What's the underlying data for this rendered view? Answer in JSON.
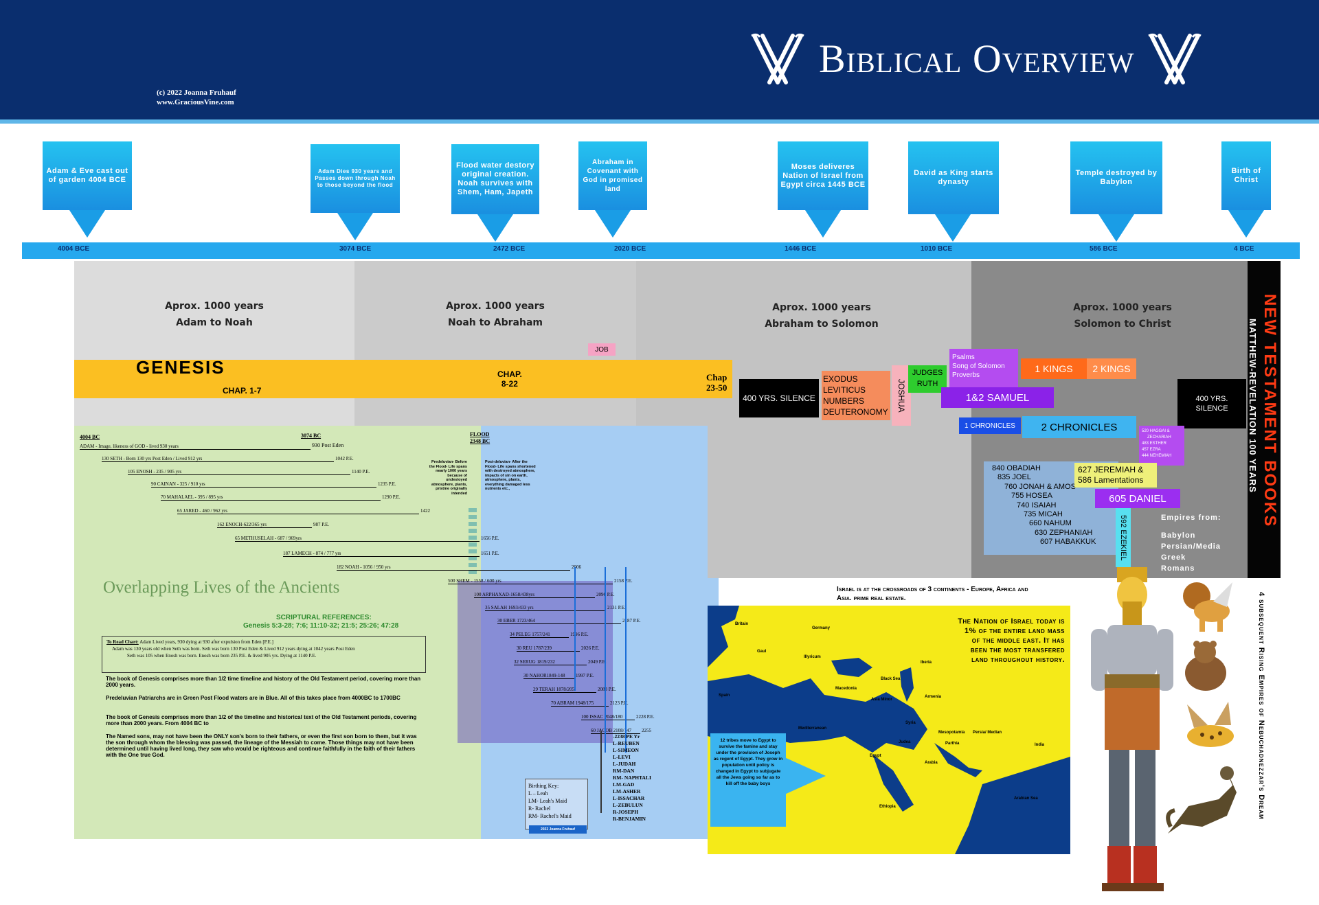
{
  "header": {
    "title": "Biblical Overview",
    "copyright": "(c) 2022 Joanna Fruhauf",
    "website": "www.GraciousVine.com"
  },
  "callouts": [
    {
      "text": "Adam & Eve cast out of garden 4004 BCE"
    },
    {
      "text": "Adam Dies 930 years and Passes down through Noah to those beyond the flood"
    },
    {
      "text": "Flood water destory original creation. Noah survives with Shem, Ham, Japeth"
    },
    {
      "text": "Abraham in Covenant with God in promised land"
    },
    {
      "text": "Moses deliveres Nation of Israel from Egypt circa 1445 BCE"
    },
    {
      "text": "David as King starts dynasty"
    },
    {
      "text": "Temple destroyed by Babylon"
    },
    {
      "text": "Birth of Christ"
    }
  ],
  "timeline": [
    "4004 BCE",
    "3074 BCE",
    "2472 BCE",
    "2020 BCE",
    "1446 BCE",
    "1010 BCE",
    "586 BCE",
    "4 BCE"
  ],
  "eras": [
    {
      "line1": "Aprox. 1000 years",
      "line2": "Adam to Noah"
    },
    {
      "line1": "Aprox. 1000 years",
      "line2": "Noah to Abraham"
    },
    {
      "line1": "Aprox. 1000 years",
      "line2": "Abraham to Solomon"
    },
    {
      "line1": "Aprox. 1000 years",
      "line2": "Solomon to Christ"
    }
  ],
  "books": {
    "genesis": "GENESIS",
    "chap1": "CHAP. 1-7",
    "chap2a": "CHAP.",
    "chap2b": "8-22",
    "chap3a": "Chap",
    "chap3b": "23-50",
    "job": "JOB",
    "silence1": "400 YRS. SILENCE",
    "exodus": "EXODUS",
    "leviticus": "LEVITICUS",
    "numbers": "NUMBERS",
    "deuteronomy": "DEUTERONOMY",
    "joshua": "JOSHUA",
    "judges": "JUDGES",
    "ruth": "RUTH",
    "psalms": "Psalms",
    "song": "Song of Solomon",
    "proverbs": "Proverbs",
    "kings1": "1 KINGS",
    "kings2": "2 KINGS",
    "samuel": "1&2 SAMUEL",
    "chron1": "1 CHRONICLES",
    "chron2": "2 CHRONICLES",
    "silence2a": "400 YRS.",
    "silence2b": "SILENCE",
    "post_exile": [
      "520 HAGGAI &",
      "ZECHARIAH",
      "483 ESTHER",
      "457 EZRA",
      "444 NEHEMIAH"
    ],
    "prophets": [
      "840 OBADIAH",
      "835 JOEL",
      "760 JONAH & AMOS",
      "755 HOSEA",
      "740 ISAIAH",
      "735  MICAH",
      "660 NAHUM",
      "630 ZEPHANIAH",
      "607 HABAKKUK"
    ],
    "jeremiah": "627 JEREMIAH &",
    "lamentations": "586 Lamentations",
    "daniel": "605 DANIEL",
    "ezekiel": "592 EZEKIEL",
    "nt_title": "NEW TESTAMENT BOOKS",
    "nt_sub": "MATTHEW-REVELATION 100 YEARS"
  },
  "empires": {
    "heading": "Empires from:",
    "list": [
      "Babylon",
      "Persian/Media",
      "Greek",
      "Romans"
    ],
    "vertical": "4 subsequent Rising Empires of Nebuchadnezzar's Dream"
  },
  "ancients": {
    "title": "Overlapping Lives of the Ancients",
    "start_year": "4004 BC",
    "mid_year": "3074 BC",
    "post_eden": "930 Post Eden",
    "flood": "FLOOD",
    "flood_year": "2348 BC",
    "rows": [
      {
        "left": "ADAM - Image, likeness of GOD   - lived 930 years",
        "right": ""
      },
      {
        "left": "130 SETH - Born 130 yrs Post Eden / Lived 912 yrs",
        "right": "1042 P.E."
      },
      {
        "left": "105 ENOSH - 235 /  905 yrs",
        "right": "1140 P.E."
      },
      {
        "left": "90 CAINAN -  325 /  910 yrs",
        "right": "1235 P.E."
      },
      {
        "left": "70 MAHALAEL -  395 /  895 yrs",
        "right": "1290 P.E."
      },
      {
        "left": "65 JARED  -  460 /  962 yrs",
        "right": "1422"
      },
      {
        "left": "162 ENOCH-622/365 yrs",
        "right": "987 P.E."
      },
      {
        "left": "65 METHUSELAH  -  687  /  969yrs",
        "right": "1656 P.E."
      },
      {
        "left": "187 LAMECH -  874 /  777 yrs",
        "right": "1651 P.E."
      },
      {
        "left": "182 NOAH -  1056 /  950 yrs",
        "right": "2006"
      }
    ],
    "post_rows": [
      {
        "left": "500 SHEM - 1558 /  600 yrs",
        "right": "2158 P.E."
      },
      {
        "left": "100 ARPHAXAD-1658/438yrs",
        "right": "2096 P.E."
      },
      {
        "left": "35 SALAH 1693/433 yrs",
        "right": "2131 P.E."
      },
      {
        "left": "30 EBER 1723/464",
        "right": "2187 P.E."
      },
      {
        "left": "34 PELEG 1757/241",
        "right": "1996 P.E."
      },
      {
        "left": "30 REU 1787/239",
        "right": "2026 P.E."
      },
      {
        "left": "32 SERUG 1819/232",
        "right": "2049 P.E."
      },
      {
        "left": "30 NAHOR1849-148",
        "right": "1997 P.E."
      },
      {
        "left": "29 TERAH 1878/205",
        "right": "2083 P.E."
      },
      {
        "left": "70 ABRAM 1948/175",
        "right": "2123 P.E."
      },
      {
        "left": "100 ISSAC 2048/180",
        "right": "2228 P.E."
      },
      {
        "left": "60 JACOB 2108/147",
        "right": "2255"
      }
    ],
    "jacob_sons": [
      "-2238 PE Yr",
      "L-REUBEN",
      "L-SIMEON",
      "L-LEVI",
      "L-JUDAH",
      "RM-DAN",
      "RM- NAPHTALI",
      "LM-GAD",
      "LM-ASHER",
      "L-ISSACHAR",
      "L-ZEBULUN",
      "R-JOSEPH",
      "R-BENJAMIN"
    ],
    "predeluvian": "Predeluvian- Before the Flood- Life spans nearly 1000 years because of undestoyed atmosphere, plants, pristine originally intended",
    "postdeluvian": "Post-deluvian- After the Flood- Life spans shortened with destroyed atmosphere, impacts of sin on earth, atmosphere, plants, everything damaged less nutrients etc.,",
    "references_label": "SCRIPTURAL REFERENCES:",
    "references": "Genesis 5:3-28; 7:6; 11:10-32; 21:5; 25:26; 47:28",
    "read_title": "To Read Chart:",
    "read1": "Adam Lived years, 930 dying at 930 after expulsion from Eden [P.E.]",
    "read2": "Adam was 130 years old when Seth was born. Seth was born 130 Post Eden & Lived 912 years dying at 1042 years Post Eden",
    "read3": "Seth was 105 when Enosh was born. Enosh was born 235 P.E. & lived 905 yrs. Dying at 1140 P.E.",
    "para1": "The book of Genesis comprises more than 1/2 time timeline and history of the Old Testament period, covering more than 2000 years.",
    "para2": "Predeluvian Patriarchs are in Green Post Flood waters are in Blue.  All of this takes place from 4000BC to 1700BC",
    "para3": "The book of Genesis comprises more than 1/2 of the timeline and historical text of the Old Testament periods, covering more than 2000 years.  From 4004 BC to",
    "para4": "The Named sons, may not have been the ONLY son's born to their fathers, or even the first son born to them, but it was the son through whom the blessing was passed, the lineage of the Messiah to come. Those things may not have been determined until having lived long, they saw who would be righteous and continue faithfully in the faith of their fathers with the One true God.",
    "birthing_title": "Birthing Key:",
    "birthing": [
      "L – Leah",
      "LM- Leah's Maid",
      "R- Rachel",
      "RM- Rachel's Maid"
    ],
    "credit": "2022 Joanna Fruhauf"
  },
  "map": {
    "caption": "Israel is at the crossroads of 3 continents - Europe, Africa and Asia.  prime real estate.",
    "note": "The Nation of Israel today is 1% of the entire land mass of the middle east. It has been the most transfered land throughout history.",
    "tribes": "12 tribes move to Egypt to survive the famine and stay under the provision of Joseph as regent of Egypt. They grow in population until policy is changed in Egypt to subjugate all the Jews going so far as to kill off the baby boys",
    "labels": [
      "Britain",
      "Germany",
      "Gaul",
      "Illyricum",
      "Spain",
      "Macedonia",
      "Asia Minor",
      "Iberia",
      "Armenia",
      "Syria",
      "Judea",
      "Mesopotamia",
      "Parthia",
      "Persia/ Median",
      "India",
      "Arabia",
      "Egypt",
      "Ethiopia",
      "Arabian Sea",
      "Black Sea",
      "Mediterranean"
    ]
  },
  "colors": {
    "header": "#0a2e6e",
    "timeline": "#26a8ee",
    "genesis": "#fbbf22",
    "green_panel": "#d3e8b8",
    "blue_panel": "#a6cdf3",
    "map_land": "#f5ea18",
    "map_sea": "#0c3d8a",
    "nt_red": "#ff3b14"
  }
}
